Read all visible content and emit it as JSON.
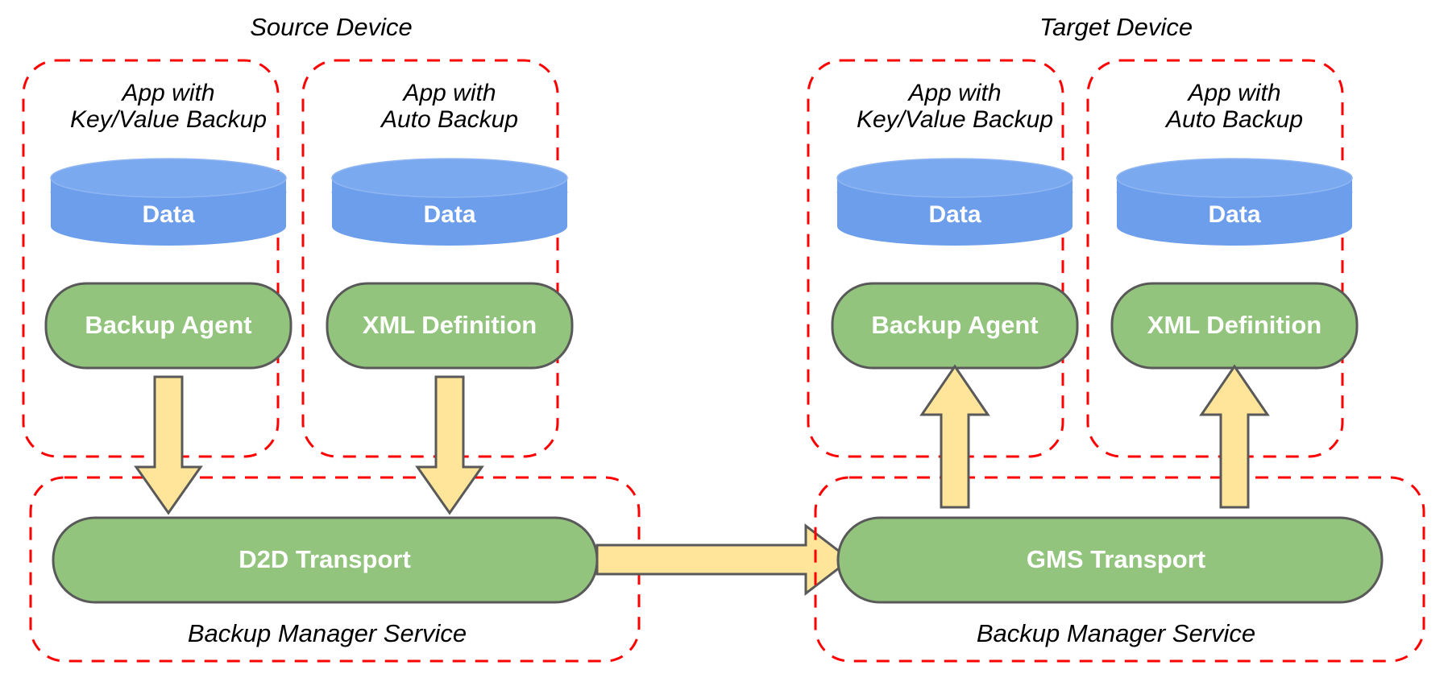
{
  "diagram": {
    "title_source": "Source Device",
    "title_target": "Target Device",
    "colors": {
      "panel_border": "#ff0000",
      "data_cylinder": "#6d9eeb",
      "component_box": "#93c47d",
      "arrow_fill": "#ffe599",
      "arrow_stroke": "#595959",
      "background": "#ffffff",
      "label_text": "#000000",
      "shape_text": "#ffffff"
    },
    "devices": [
      {
        "id": "source",
        "name": "Source Device",
        "apps": [
          {
            "id": "source-kv",
            "title_line1": "App with",
            "title_line2": "Key/Value Backup",
            "data_label": "Data",
            "component_label": "Backup Agent"
          },
          {
            "id": "source-auto",
            "title_line1": "App with",
            "title_line2": "Auto Backup",
            "data_label": "Data",
            "component_label": "XML Definition"
          }
        ],
        "service": {
          "caption": "Backup Manager Service",
          "transport_label": "D2D Transport"
        }
      },
      {
        "id": "target",
        "name": "Target Device",
        "apps": [
          {
            "id": "target-kv",
            "title_line1": "App with",
            "title_line2": "Key/Value Backup",
            "data_label": "Data",
            "component_label": "Backup Agent"
          },
          {
            "id": "target-auto",
            "title_line1": "App with",
            "title_line2": "Auto Backup",
            "data_label": "Data",
            "component_label": "XML Definition"
          }
        ],
        "service": {
          "caption": "Backup Manager Service",
          "transport_label": "GMS Transport"
        }
      }
    ],
    "flows": [
      {
        "id": "flow-source-kv-down",
        "direction": "down",
        "from": "Backup Agent",
        "to": "D2D Transport"
      },
      {
        "id": "flow-source-auto-down",
        "direction": "down",
        "from": "XML Definition",
        "to": "D2D Transport"
      },
      {
        "id": "flow-transport",
        "direction": "right",
        "from": "D2D Transport",
        "to": "GMS Transport"
      },
      {
        "id": "flow-target-kv-up",
        "direction": "up",
        "from": "GMS Transport",
        "to": "Backup Agent"
      },
      {
        "id": "flow-target-auto-up",
        "direction": "up",
        "from": "GMS Transport",
        "to": "XML Definition"
      }
    ]
  }
}
